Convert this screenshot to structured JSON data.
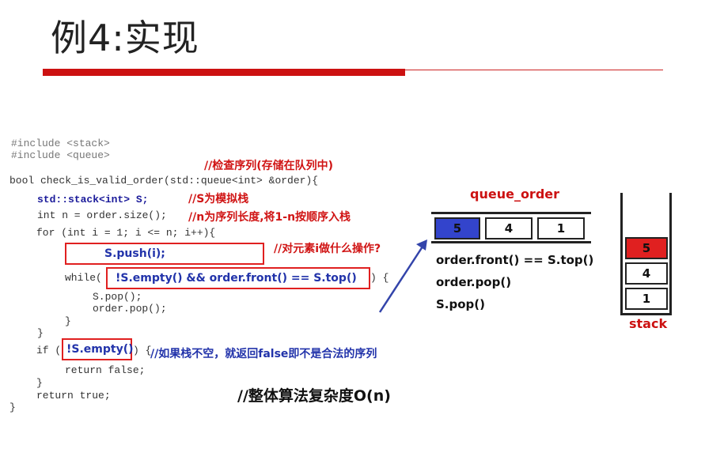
{
  "slide": {
    "title": "例4:实现"
  },
  "code": {
    "lines": [
      "#include <stack>",
      "#include <queue>",
      "bool check_is_valid_order(std::queue<int> &order){",
      "std::stack<int> S;",
      "int n = order.size();",
      "for (int i = 1; i <= n; i++){",
      "S.push(i);",
      "while(",
      "!S.empty() && order.front() == S.top()",
      ") {",
      "S.pop();",
      "order.pop();",
      "}",
      "}",
      "if (",
      "!S.empty()",
      ") {",
      "return false;",
      "}",
      "return true;",
      "}"
    ]
  },
  "comments": {
    "c1": "//检查序列(存储在队列中)",
    "c2": "//S为模拟栈",
    "c3": "//n为序列长度,将1-n按顺序入栈",
    "c4": "//对元素i做什么操作?",
    "c5": "//如果栈不空，就返回false即不是合法的序列",
    "complexity": "//整体算法复杂度O(n)"
  },
  "diagram": {
    "queue_label": "queue_order",
    "queue_values": [
      "5",
      "4",
      "1"
    ],
    "ops": [
      "order.front() == S.top()",
      "order.pop()",
      "S.pop()"
    ],
    "stack_values": [
      "5",
      "4",
      "1"
    ],
    "stack_label": "stack",
    "highlight_queue": "#3344cc",
    "highlight_stack": "#e02020",
    "arrow_color": "#3344aa"
  }
}
